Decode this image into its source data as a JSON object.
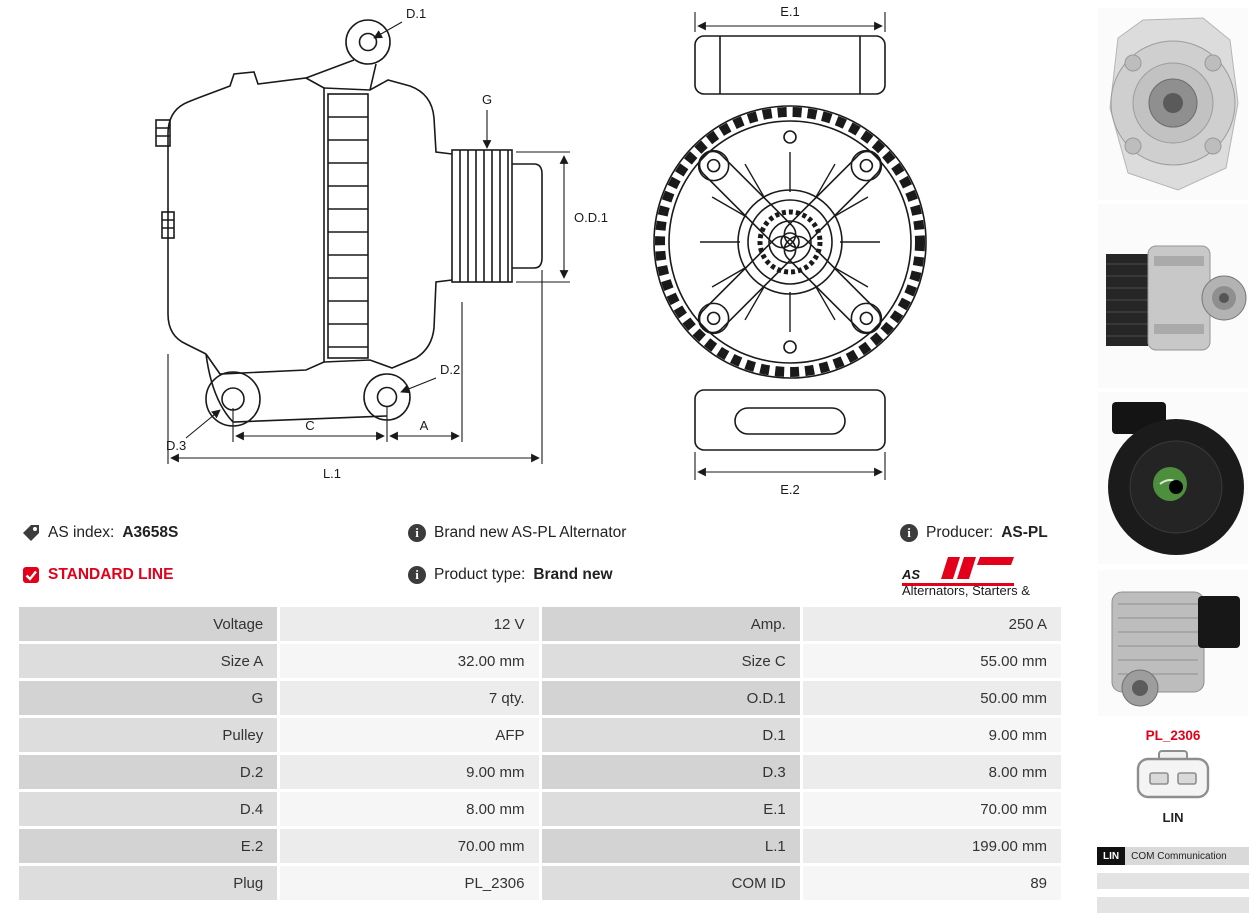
{
  "diagram": {
    "side": {
      "d1": "D.1",
      "g": "G",
      "od1": "O.D.1",
      "d2": "D.2",
      "d3": "D.3",
      "c": "C",
      "a": "A",
      "l1": "L.1"
    },
    "front": {
      "e1": "E.1",
      "e2": "E.2"
    }
  },
  "info": {
    "as_index_label": "AS index:",
    "as_index_value": "A3658S",
    "standard_line": "STANDARD LINE",
    "brand_new": "Brand new AS-PL Alternator",
    "product_type_label": "Product type:",
    "product_type_value": "Brand new",
    "producer_label": "Producer:",
    "producer_value": "AS-PL"
  },
  "logo": {
    "as": "AS",
    "tagline": "Alternators, Starters & Parts",
    "color": "#e2001a"
  },
  "sidebar": {
    "plug_code": "PL_2306",
    "plug_label": "LIN",
    "com_tag": "LIN",
    "com_text": "COM Communication"
  },
  "table": {
    "rows": [
      {
        "l1": "Voltage",
        "v1": "12 V",
        "l2": "Amp.",
        "v2": "250 A"
      },
      {
        "l1": "Size A",
        "v1": "32.00 mm",
        "l2": "Size C",
        "v2": "55.00 mm"
      },
      {
        "l1": "G",
        "v1": "7 qty.",
        "l2": "O.D.1",
        "v2": "50.00 mm"
      },
      {
        "l1": "Pulley",
        "v1": "AFP",
        "l2": "D.1",
        "v2": "9.00 mm"
      },
      {
        "l1": "D.2",
        "v1": "9.00 mm",
        "l2": "D.3",
        "v2": "8.00 mm"
      },
      {
        "l1": "D.4",
        "v1": "8.00 mm",
        "l2": "E.1",
        "v2": "70.00 mm"
      },
      {
        "l1": "E.2",
        "v1": "70.00 mm",
        "l2": "L.1",
        "v2": "199.00 mm"
      },
      {
        "l1": "Plug",
        "v1": "PL_2306",
        "l2": "COM ID",
        "v2": "89"
      }
    ]
  }
}
